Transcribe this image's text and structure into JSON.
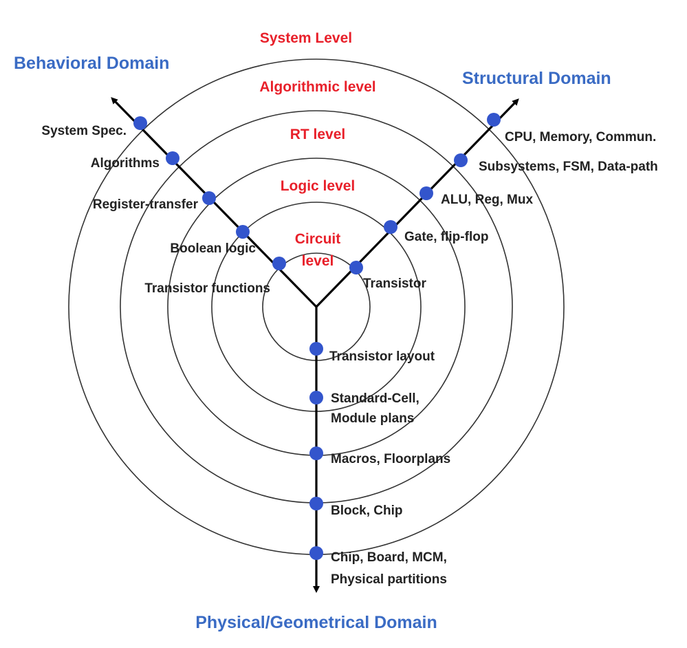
{
  "colors": {
    "level_text": "#e8202a",
    "domain_text": "#3a6bc4",
    "node": "#3355cc",
    "label_text": "#222222",
    "axis": "#000000",
    "ring": "#333333"
  },
  "domains": {
    "behavioral": "Behavioral Domain",
    "structural": "Structural Domain",
    "physical": "Physical/Geometrical Domain"
  },
  "levels": {
    "system": "System Level",
    "algorithmic": "Algorithmic level",
    "rt": "RT level",
    "logic": "Logic level",
    "circuit_line1": "Circuit",
    "circuit_line2": "level"
  },
  "behavioral_nodes": {
    "system": "System Spec.",
    "algorithmic": "Algorithms",
    "rt": "Register-transfer",
    "logic": "Boolean logic",
    "circuit": "Transistor functions"
  },
  "structural_nodes": {
    "system": "CPU, Memory, Commun.",
    "algorithmic": "Subsystems, FSM, Data-path",
    "rt": "ALU, Reg, Mux",
    "logic": "Gate, flip-flop",
    "circuit": "Transistor"
  },
  "physical_nodes": {
    "circuit": "Transistor layout",
    "logic_line1": "Standard-Cell,",
    "logic_line2": "Module plans",
    "rt": "Macros, Floorplans",
    "algorithmic": "Block, Chip",
    "system_line1": "Chip, Board, MCM,",
    "system_line2": "Physical partitions"
  }
}
